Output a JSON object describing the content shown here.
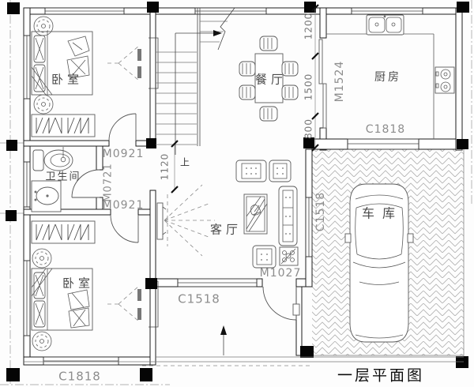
{
  "drawing": {
    "title": "一层平面图",
    "rooms": {
      "bedroom_top": "卧室",
      "bedroom_bottom": "卧室",
      "bathroom": "卫生间",
      "dining": "餐厅",
      "kitchen": "厨房",
      "living": "客厅",
      "garage": "车库"
    },
    "openings": {
      "kitchen_window": "C1818",
      "bedroom_bottom_window": "C1818",
      "living_window": "C1518",
      "garage_window": "C1518",
      "bedroom_top_door": "M0921",
      "bedroom_bottom_door": "M0921",
      "bathroom_door": "M0721",
      "kitchen_door": "M1524",
      "entry_door": "M1027"
    },
    "dims": {
      "d1200": "1200",
      "d1500": "1500",
      "d800": "800",
      "d1120": "1120"
    },
    "stair_up": "上"
  },
  "colors": {
    "wall_line": "#1c1c1c",
    "column_fill": "#050505",
    "label_gray": "#8d8d8d",
    "room_text": "#4a4a4a",
    "paving_line": "#b0b0b0",
    "background": "#fdfdfd"
  }
}
